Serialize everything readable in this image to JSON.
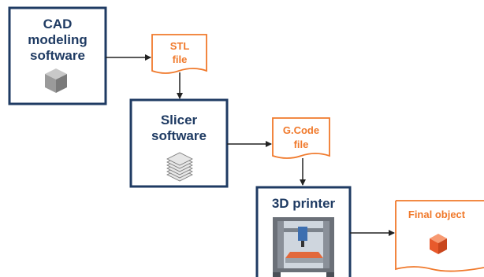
{
  "colors": {
    "box_border": "#1f3b63",
    "file_border": "#f0792b",
    "box_text": "#1f3b63",
    "file_text": "#f0792b",
    "arrow": "#222222",
    "object": "#f26a3d"
  },
  "nodes": {
    "cad": {
      "line1": "CAD",
      "line2": "modeling",
      "line3": "software",
      "icon": "gray-cube-icon"
    },
    "stl": {
      "line1": "STL",
      "line2": "file"
    },
    "slicer": {
      "line1": "Slicer",
      "line2": "software",
      "icon": "layer-stack-icon"
    },
    "gcode": {
      "line1": "G.Code",
      "line2": "file"
    },
    "printer": {
      "line1": "3D printer",
      "icon": "3d-printer-icon"
    },
    "final": {
      "line1": "Final object",
      "icon": "orange-cube-icon"
    }
  }
}
